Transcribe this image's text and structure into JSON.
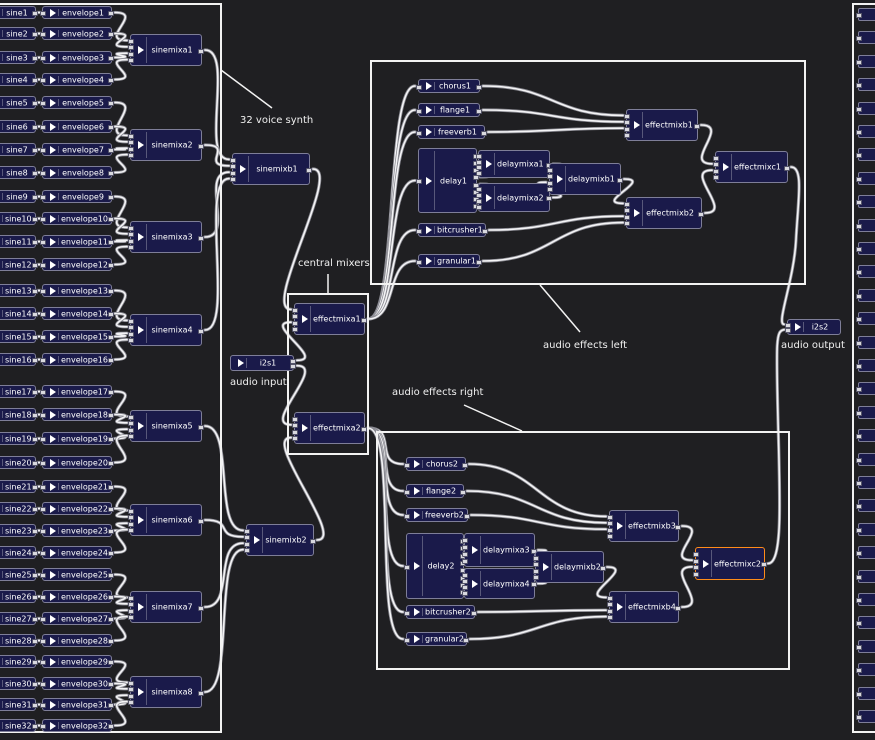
{
  "nodes": [
    {
      "id": "sine1",
      "label": "sine1"
    },
    {
      "id": "envelope1",
      "label": "envelope1"
    },
    {
      "id": "sine2",
      "label": "sine2"
    },
    {
      "id": "envelope2",
      "label": "envelope2"
    },
    {
      "id": "sine3",
      "label": "sine3"
    },
    {
      "id": "envelope3",
      "label": "envelope3"
    },
    {
      "id": "sine4",
      "label": "sine4"
    },
    {
      "id": "envelope4",
      "label": "envelope4"
    },
    {
      "id": "sine5",
      "label": "sine5"
    },
    {
      "id": "envelope5",
      "label": "envelope5"
    },
    {
      "id": "sine6",
      "label": "sine6"
    },
    {
      "id": "envelope6",
      "label": "envelope6"
    },
    {
      "id": "sine7",
      "label": "sine7"
    },
    {
      "id": "envelope7",
      "label": "envelope7"
    },
    {
      "id": "sine8",
      "label": "sine8"
    },
    {
      "id": "envelope8",
      "label": "envelope8"
    },
    {
      "id": "sine9",
      "label": "sine9"
    },
    {
      "id": "envelope9",
      "label": "envelope9"
    },
    {
      "id": "sine10",
      "label": "sine10"
    },
    {
      "id": "envelope10",
      "label": "envelope10"
    },
    {
      "id": "sine11",
      "label": "sine11"
    },
    {
      "id": "envelope11",
      "label": "envelope11"
    },
    {
      "id": "sine12",
      "label": "sine12"
    },
    {
      "id": "envelope12",
      "label": "envelope12"
    },
    {
      "id": "sine13",
      "label": "sine13"
    },
    {
      "id": "envelope13",
      "label": "envelope13"
    },
    {
      "id": "sine14",
      "label": "sine14"
    },
    {
      "id": "envelope14",
      "label": "envelope14"
    },
    {
      "id": "sine15",
      "label": "sine15"
    },
    {
      "id": "envelope15",
      "label": "envelope15"
    },
    {
      "id": "sine16",
      "label": "sine16"
    },
    {
      "id": "envelope16",
      "label": "envelope16"
    },
    {
      "id": "sine17",
      "label": "sine17"
    },
    {
      "id": "envelope17",
      "label": "envelope17"
    },
    {
      "id": "sine18",
      "label": "sine18"
    },
    {
      "id": "envelope18",
      "label": "envelope18"
    },
    {
      "id": "sine19",
      "label": "sine19"
    },
    {
      "id": "envelope19",
      "label": "envelope19"
    },
    {
      "id": "sine20",
      "label": "sine20"
    },
    {
      "id": "envelope20",
      "label": "envelope20"
    },
    {
      "id": "sine21",
      "label": "sine21"
    },
    {
      "id": "envelope21",
      "label": "envelope21"
    },
    {
      "id": "sine22",
      "label": "sine22"
    },
    {
      "id": "envelope22",
      "label": "envelope22"
    },
    {
      "id": "sine23",
      "label": "sine23"
    },
    {
      "id": "envelope23",
      "label": "envelope23"
    },
    {
      "id": "sine24",
      "label": "sine24"
    },
    {
      "id": "envelope24",
      "label": "envelope24"
    },
    {
      "id": "sine25",
      "label": "sine25"
    },
    {
      "id": "envelope25",
      "label": "envelope25"
    },
    {
      "id": "sine26",
      "label": "sine26"
    },
    {
      "id": "envelope26",
      "label": "envelope26"
    },
    {
      "id": "sine27",
      "label": "sine27"
    },
    {
      "id": "envelope27",
      "label": "envelope27"
    },
    {
      "id": "sine28",
      "label": "sine28"
    },
    {
      "id": "envelope28",
      "label": "envelope28"
    },
    {
      "id": "sine29",
      "label": "sine29"
    },
    {
      "id": "envelope29",
      "label": "envelope29"
    },
    {
      "id": "sine30",
      "label": "sine30"
    },
    {
      "id": "envelope30",
      "label": "envelope30"
    },
    {
      "id": "sine31",
      "label": "sine31"
    },
    {
      "id": "envelope31",
      "label": "envelope31"
    },
    {
      "id": "sine32",
      "label": "sine32"
    },
    {
      "id": "envelope32",
      "label": "envelope32"
    },
    {
      "id": "sinemixa1",
      "label": "sinemixa1"
    },
    {
      "id": "sinemixa2",
      "label": "sinemixa2"
    },
    {
      "id": "sinemixa3",
      "label": "sinemixa3"
    },
    {
      "id": "sinemixa4",
      "label": "sinemixa4"
    },
    {
      "id": "sinemixa5",
      "label": "sinemixa5"
    },
    {
      "id": "sinemixa6",
      "label": "sinemixa6"
    },
    {
      "id": "sinemixa7",
      "label": "sinemixa7"
    },
    {
      "id": "sinemixa8",
      "label": "sinemixa8"
    },
    {
      "id": "sinemixb1",
      "label": "sinemixb1"
    },
    {
      "id": "sinemixb2",
      "label": "sinemixb2"
    },
    {
      "id": "i2s1",
      "label": "i2s1"
    },
    {
      "id": "effectmixa1",
      "label": "effectmixa1"
    },
    {
      "id": "effectmixa2",
      "label": "effectmixa2"
    },
    {
      "id": "chorus1",
      "label": "chorus1"
    },
    {
      "id": "flange1",
      "label": "flange1"
    },
    {
      "id": "freeverb1",
      "label": "freeverb1"
    },
    {
      "id": "delay1",
      "label": "delay1"
    },
    {
      "id": "delaymixa1",
      "label": "delaymixa1"
    },
    {
      "id": "delaymixa2",
      "label": "delaymixa2"
    },
    {
      "id": "delaymixb1",
      "label": "delaymixb1"
    },
    {
      "id": "bitcrusher1",
      "label": "bitcrusher1"
    },
    {
      "id": "granular1",
      "label": "granular1"
    },
    {
      "id": "effectmixb1",
      "label": "effectmixb1"
    },
    {
      "id": "effectmixb2",
      "label": "effectmixb2"
    },
    {
      "id": "effectmixc1",
      "label": "effectmixc1"
    },
    {
      "id": "i2s2",
      "label": "i2s2"
    },
    {
      "id": "chorus2",
      "label": "chorus2"
    },
    {
      "id": "flange2",
      "label": "flange2"
    },
    {
      "id": "freeverb2",
      "label": "freeverb2"
    },
    {
      "id": "delay2",
      "label": "delay2"
    },
    {
      "id": "delaymixa3",
      "label": "delaymixa3"
    },
    {
      "id": "delaymixa4",
      "label": "delaymixa4"
    },
    {
      "id": "delaymixb2",
      "label": "delaymixb2"
    },
    {
      "id": "bitcrusher2",
      "label": "bitcrusher2"
    },
    {
      "id": "granular2",
      "label": "granular2"
    },
    {
      "id": "effectmixb3",
      "label": "effectmixb3"
    },
    {
      "id": "effectmixb4",
      "label": "effectmixb4"
    },
    {
      "id": "effectmixc2",
      "label": "effectmixc2",
      "selected": true
    }
  ],
  "groups": [
    {
      "id": "synth_group",
      "label": "32 voice synth"
    },
    {
      "id": "mixers_group",
      "label": "central mixers"
    },
    {
      "id": "fx_left_group",
      "label": "audio effects left"
    },
    {
      "id": "fx_right_group",
      "label": "audio effects right"
    }
  ],
  "annotations": {
    "audio_input": "audio input",
    "audio_output": "audio output"
  },
  "colors": {
    "background": "#1f1f22",
    "node_fill": "#1a1a4a",
    "node_border": "#7e7e98",
    "selected_border": "#ff8c1a",
    "wire": "#f4f4f6",
    "group_border": "#f2f2f2"
  },
  "icons": {
    "node_input": "arrow-right-icon"
  }
}
